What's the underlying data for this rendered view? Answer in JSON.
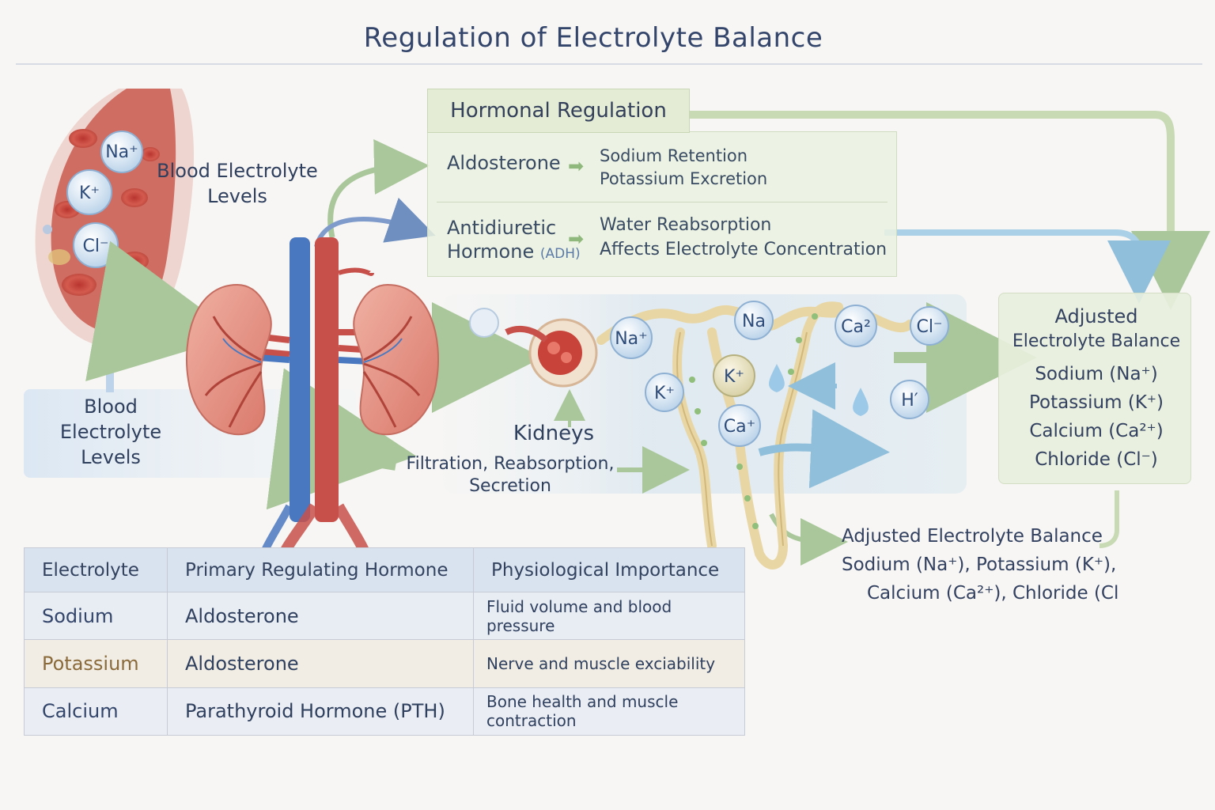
{
  "title": "Regulation of Electrolyte Balance",
  "blood_vessel_ions": [
    "Na⁺",
    "K⁺",
    "Cl⁻"
  ],
  "blood_label_top": [
    "Blood Electrolyte",
    "Levels"
  ],
  "blood_label_left": [
    "Blood",
    "Electrolyte",
    "Levels"
  ],
  "hormonal_regulation": {
    "title": "Hormonal Regulation",
    "aldosterone": {
      "name": "Aldosterone",
      "effects": [
        "Sodium Retention",
        "Potassium Excretion"
      ]
    },
    "adh": {
      "name_line1": "Antidiuretic",
      "name_line2": "Hormone",
      "abbrev": "(ADH)",
      "effects": [
        "Water Reabsorption",
        "Affects Electrolyte Concentration"
      ]
    }
  },
  "kidneys": {
    "label": "Kidneys",
    "process_lines": [
      "Filtration, Reabsorption,",
      "Secretion"
    ]
  },
  "nephron_ions": [
    "Na⁺",
    "Na",
    "Ca²",
    "Cl⁻",
    "K⁺",
    "K⁺",
    "Ca⁺",
    "H′"
  ],
  "adjusted_panel": {
    "title_lines": [
      "Adjusted",
      "Electrolyte Balance"
    ],
    "items": [
      "Sodium (Na⁺)",
      "Potassium (K⁺)",
      "Calcium (Ca²⁺)",
      "Chloride (Cl⁻)"
    ]
  },
  "adjusted_text": {
    "title": "Adjusted Electrolyte Balance",
    "line1": "Sodium (Na⁺), Potassium (K⁺),",
    "line2": "Calcium (Ca²⁺), Chloride (Cl"
  },
  "table": {
    "headers": [
      "Electrolyte",
      "Primary Regulating Hormone",
      "Physiological Importance"
    ],
    "rows": [
      {
        "electrolyte": "Sodium",
        "hormone": "Aldosterone",
        "importance": "Fluid volume and blood pressure",
        "color": "#33456a"
      },
      {
        "electrolyte": "Potassium",
        "hormone": "Aldosterone",
        "importance": "Nerve and muscle exciability",
        "color": "#8a6a3a"
      },
      {
        "electrolyte": "Calcium",
        "hormone": "Parathyroid Hormone (PTH)",
        "importance": "Bone health and muscle contraction",
        "color": "#33456a"
      }
    ]
  },
  "colors": {
    "green_arrow": "#a9c79a",
    "blue_arrow": "#8fbfdb",
    "artery": "#c8504a",
    "vein": "#4a78c0",
    "kidney": "#e59a8c",
    "panel_green": "#e6eed9",
    "table_header": "#d9e3f0"
  }
}
